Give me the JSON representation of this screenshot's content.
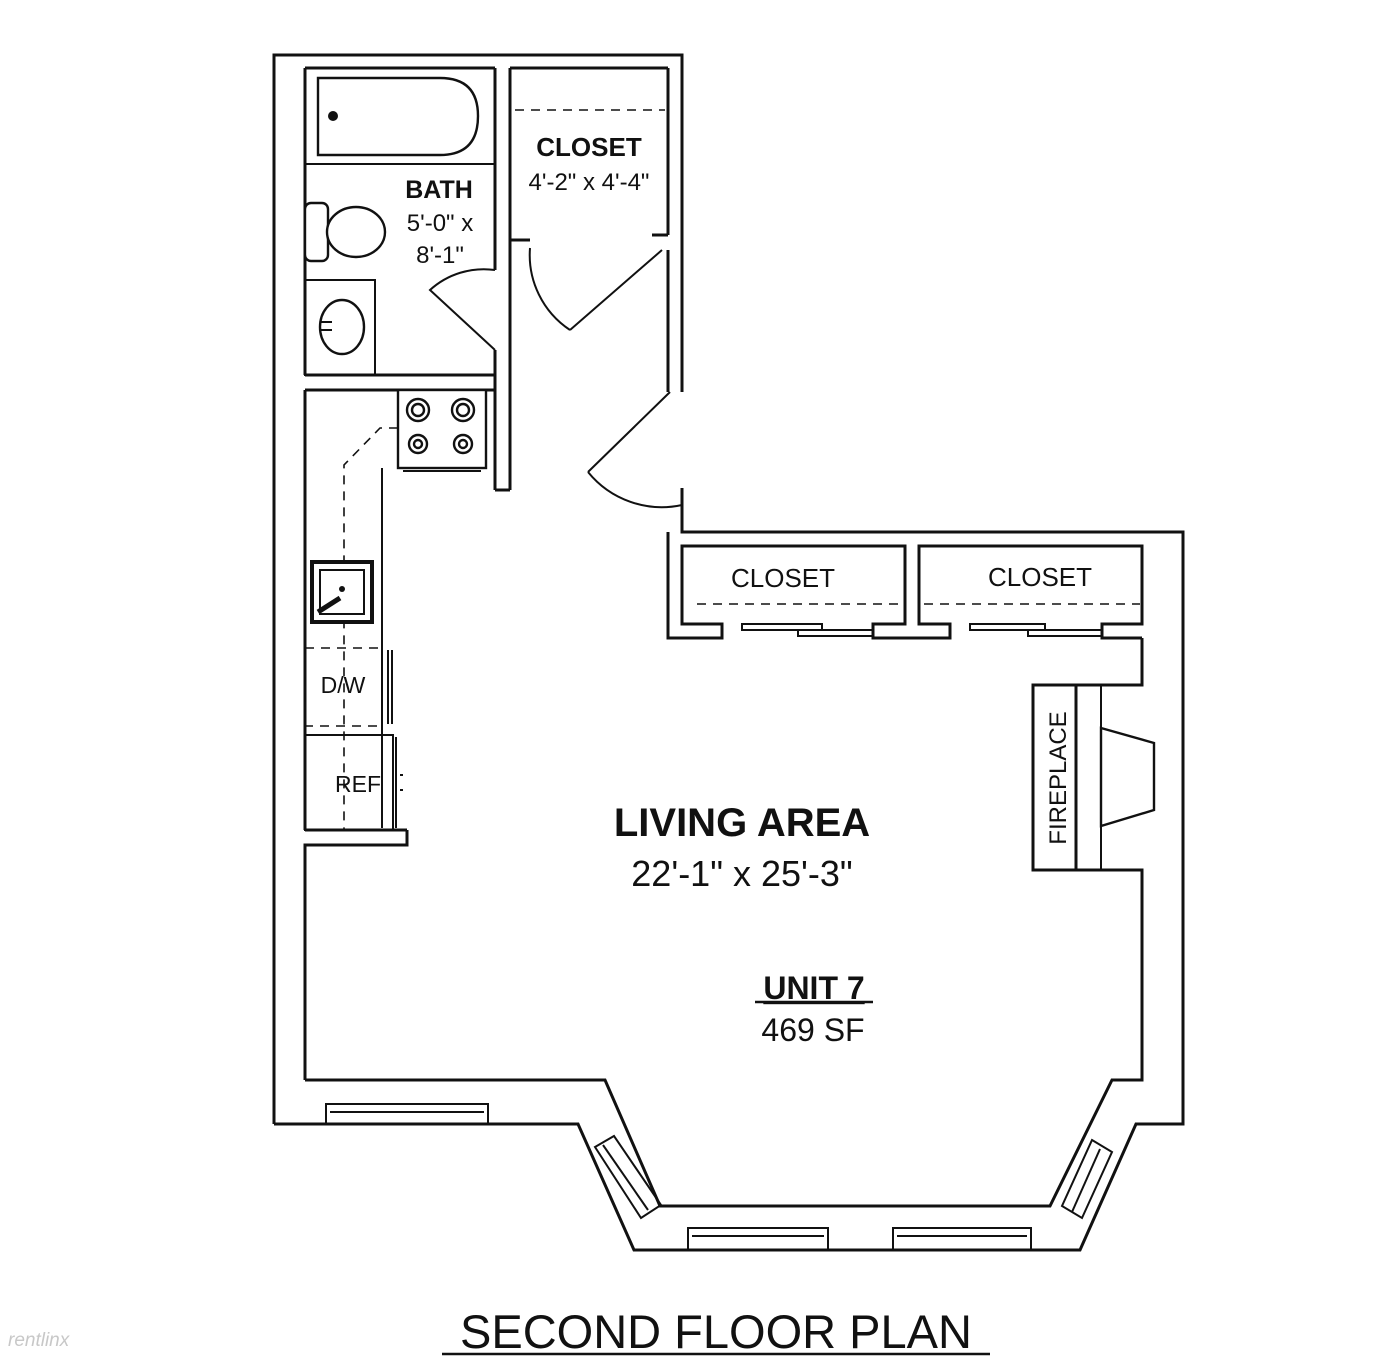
{
  "plan_title": "SECOND FLOOR PLAN",
  "unit": {
    "name": "UNIT 7",
    "area": "469 SF"
  },
  "rooms": {
    "bath": {
      "name": "BATH",
      "dim_line1": "5'-0\" x",
      "dim_line2": "8'-1\""
    },
    "closet_main": {
      "name": "CLOSET",
      "dims": "4'-2\" x 4'-4\""
    },
    "closet_left": {
      "name": "CLOSET"
    },
    "closet_right": {
      "name": "CLOSET"
    },
    "living": {
      "name": "LIVING AREA",
      "dims": "22'-1\" x 25'-3\""
    }
  },
  "fixtures": {
    "dishwasher": "D/W",
    "refrigerator": "REF",
    "fireplace": "FIREPLACE"
  },
  "watermark": "rentlinx"
}
